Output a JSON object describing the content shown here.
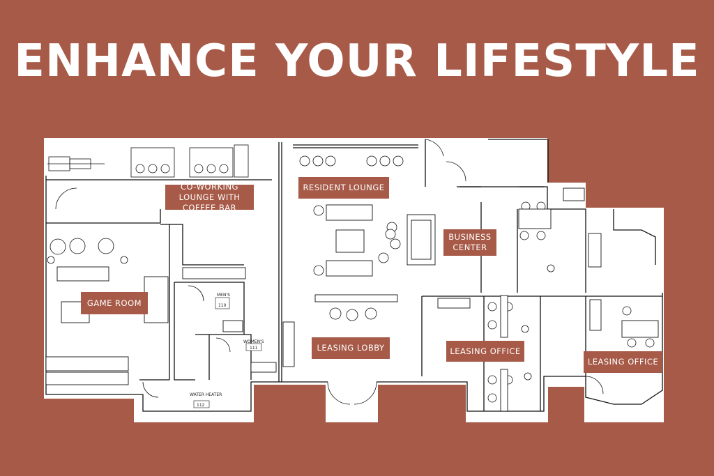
{
  "headline": "ENHANCE YOUR LIFESTYLE",
  "colors": {
    "background": "#a65a47",
    "plan": "#ffffff",
    "label_bg": "#a65a47",
    "lines": "#111111"
  },
  "rooms": {
    "coworking": "CO-WORKING LOUNGE WITH COFFEE BAR",
    "resident_lounge": "RESIDENT LOUNGE",
    "business_center": "BUSINESS CENTER",
    "game_room": "GAME ROOM",
    "leasing_lobby": "LEASING LOBBY",
    "leasing_office_1": "LEASING OFFICE",
    "leasing_office_2": "LEASING OFFICE"
  },
  "small_text": {
    "mens": "MEN'S",
    "mens_no": "110",
    "womens": "WOMEN'S",
    "womens_no": "111",
    "water_heater": "WATER HEATER",
    "water_heater_no": "112"
  }
}
